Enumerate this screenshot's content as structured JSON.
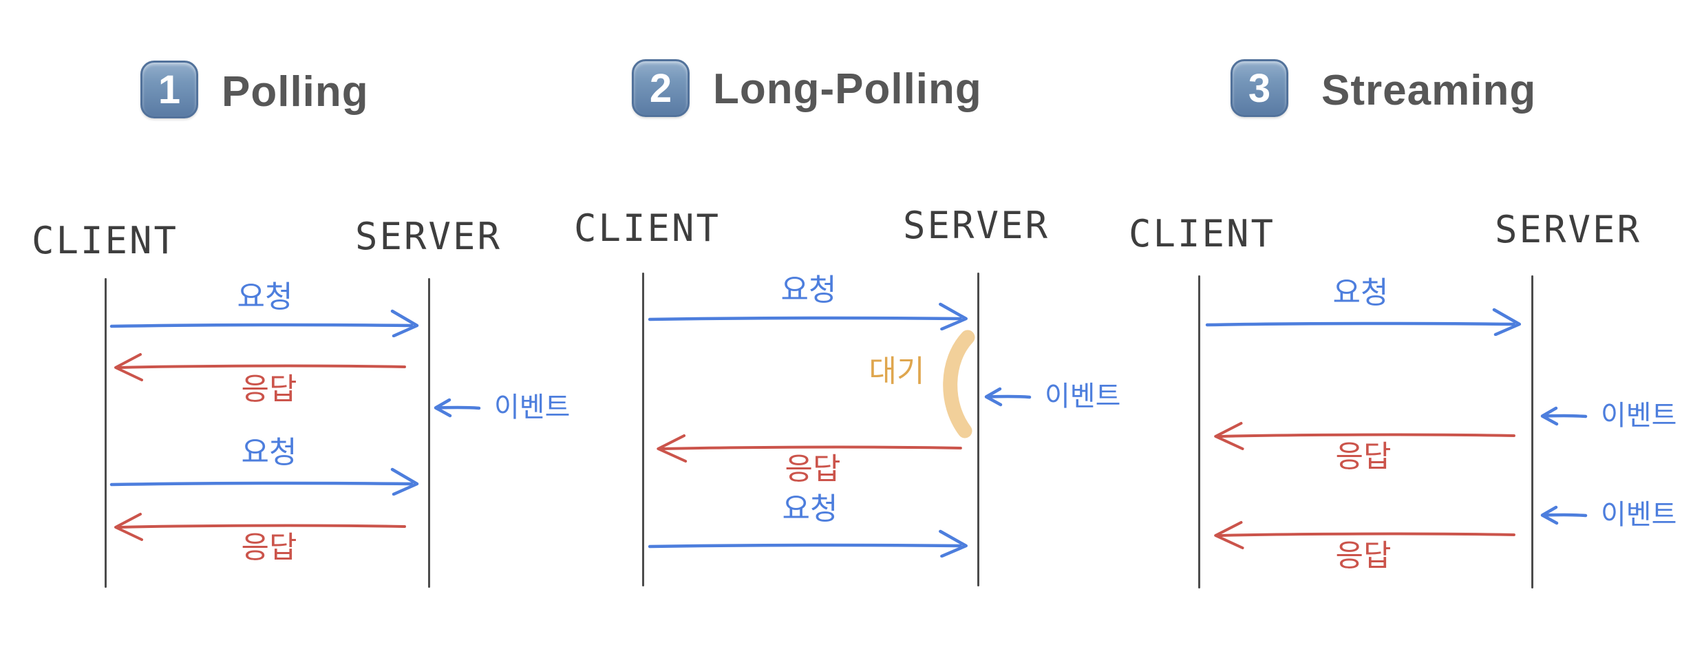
{
  "colors": {
    "request_blue": "#4d7edd",
    "response_red": "#cb544b",
    "event_blue": "#4d7edd",
    "wait_bracket_yellow": "#f2d09a",
    "wait_text_orange": "#dfa64e",
    "handwriting_ink": "#3e3e3e",
    "heading_gray": "#575757",
    "badge_blue": "#6c8cb0"
  },
  "panels": [
    {
      "badge": "1",
      "title": "Polling",
      "client_label": "CLIENT",
      "server_label": "SERVER",
      "messages": [
        {
          "label": "요청",
          "from": "client",
          "to": "server",
          "color": "blue"
        },
        {
          "label": "응답",
          "from": "server",
          "to": "client",
          "color": "red"
        },
        {
          "label": "요청",
          "from": "client",
          "to": "server",
          "color": "blue"
        },
        {
          "label": "응답",
          "from": "server",
          "to": "client",
          "color": "red"
        }
      ],
      "server_events": [
        {
          "label": "이벤트"
        }
      ]
    },
    {
      "badge": "2",
      "title": "Long-Polling",
      "client_label": "CLIENT",
      "server_label": "SERVER",
      "wait_label": "대기",
      "messages": [
        {
          "label": "요청",
          "from": "client",
          "to": "server",
          "color": "blue"
        },
        {
          "label": "응답",
          "from": "server",
          "to": "client",
          "color": "red"
        },
        {
          "label": "요청",
          "from": "client",
          "to": "server",
          "color": "blue"
        }
      ],
      "server_events": [
        {
          "label": "이벤트"
        }
      ]
    },
    {
      "badge": "3",
      "title": "Streaming",
      "client_label": "CLIENT",
      "server_label": "SERVER",
      "messages": [
        {
          "label": "요청",
          "from": "client",
          "to": "server",
          "color": "blue"
        },
        {
          "label": "응답",
          "from": "server",
          "to": "client",
          "color": "red"
        },
        {
          "label": "응답",
          "from": "server",
          "to": "client",
          "color": "red"
        }
      ],
      "server_events": [
        {
          "label": "이벤트"
        },
        {
          "label": "이벤트"
        }
      ]
    }
  ]
}
